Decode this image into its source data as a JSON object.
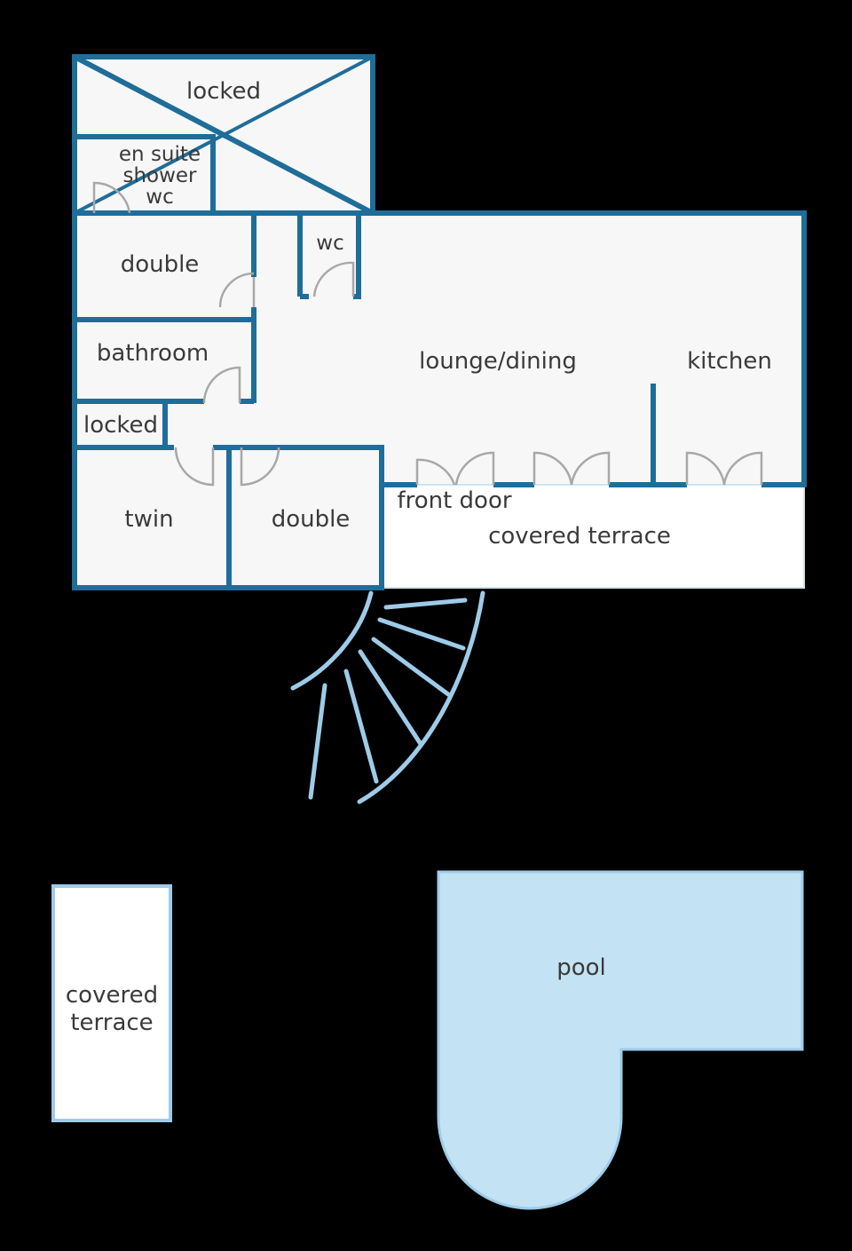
{
  "rooms": {
    "locked_top": "locked",
    "en_suite_1": "en suite",
    "en_suite_2": "shower",
    "en_suite_3": "wc",
    "wc": "wc",
    "double_upper": "double",
    "bathroom": "bathroom",
    "locked_small": "locked",
    "twin": "twin",
    "double_lower": "double",
    "lounge_dining": "lounge/dining",
    "kitchen": "kitchen",
    "front_door": "front door",
    "covered_terrace_main": "covered terrace",
    "covered_terrace_side_1": "covered",
    "covered_terrace_side_2": "terrace",
    "pool": "pool"
  },
  "colors": {
    "background": "#000000",
    "wall": "#1f6d99",
    "floor": "#f7f7f7",
    "terrace": "#ffffff",
    "pool": "#c3e3f5",
    "pool_edge": "#9ecbe8",
    "stair": "#9ecbe8",
    "door": "#a8a8a8"
  }
}
